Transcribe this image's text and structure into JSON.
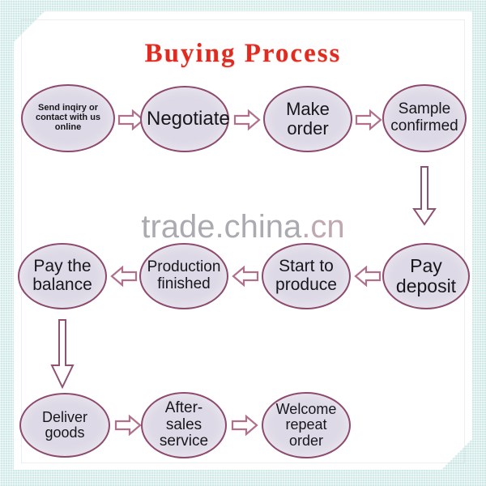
{
  "page": {
    "title": "Buying Process",
    "watermark": "trade.china.cn",
    "watermark_main": "trade.china",
    "watermark_tld": ".cn"
  },
  "colors": {
    "title_red": "#e12b20",
    "node_fill": "#ddd9e6",
    "node_border": "#8e4a6e",
    "arrow_stroke": "#b0708c",
    "background_teal": "#cfe9e6",
    "paper_white": "#ffffff",
    "watermark_gray": "#787680"
  },
  "flow": {
    "rows": [
      {
        "direction": "left-to-right",
        "nodes": [
          {
            "id": "send-inquiry",
            "lines": [
              "Send inqiry or",
              "contact with us online"
            ],
            "font_size": 11
          },
          {
            "id": "negotiate",
            "lines": [
              "Negotiate"
            ],
            "font_size": 24
          },
          {
            "id": "make-order",
            "lines": [
              "Make order"
            ],
            "font_size": 22
          },
          {
            "id": "sample-confirmed",
            "lines": [
              "Sample",
              "confirmed"
            ],
            "font_size": 19
          }
        ]
      },
      {
        "direction": "right-to-left",
        "nodes": [
          {
            "id": "pay-the-balance",
            "lines": [
              "Pay the",
              "balance"
            ],
            "font_size": 21
          },
          {
            "id": "production-finished",
            "lines": [
              "Production",
              "finished"
            ],
            "font_size": 19
          },
          {
            "id": "start-to-produce",
            "lines": [
              "Start to",
              "produce"
            ],
            "font_size": 21
          },
          {
            "id": "pay-deposit",
            "lines": [
              "Pay",
              "deposit"
            ],
            "font_size": 23
          }
        ]
      },
      {
        "direction": "left-to-right",
        "nodes": [
          {
            "id": "deliver-goods",
            "lines": [
              "Deliver goods"
            ],
            "font_size": 18
          },
          {
            "id": "after-sales-service",
            "lines": [
              "After-sales",
              "service"
            ],
            "font_size": 19
          },
          {
            "id": "welcome-repeat-order",
            "lines": [
              "Welcome",
              "repeat order"
            ],
            "font_size": 18
          }
        ]
      }
    ],
    "connectors": [
      {
        "id": "arrow-send-to-negotiate",
        "kind": "right"
      },
      {
        "id": "arrow-negotiate-to-make-order",
        "kind": "right"
      },
      {
        "id": "arrow-make-order-to-sample",
        "kind": "right"
      },
      {
        "id": "arrow-sample-to-pay-deposit",
        "kind": "down"
      },
      {
        "id": "arrow-pay-deposit-to-start",
        "kind": "left"
      },
      {
        "id": "arrow-start-to-production",
        "kind": "left"
      },
      {
        "id": "arrow-production-to-balance",
        "kind": "left"
      },
      {
        "id": "arrow-balance-to-deliver",
        "kind": "down"
      },
      {
        "id": "arrow-deliver-to-after-sales",
        "kind": "right"
      },
      {
        "id": "arrow-after-sales-to-welcome",
        "kind": "right"
      }
    ]
  }
}
